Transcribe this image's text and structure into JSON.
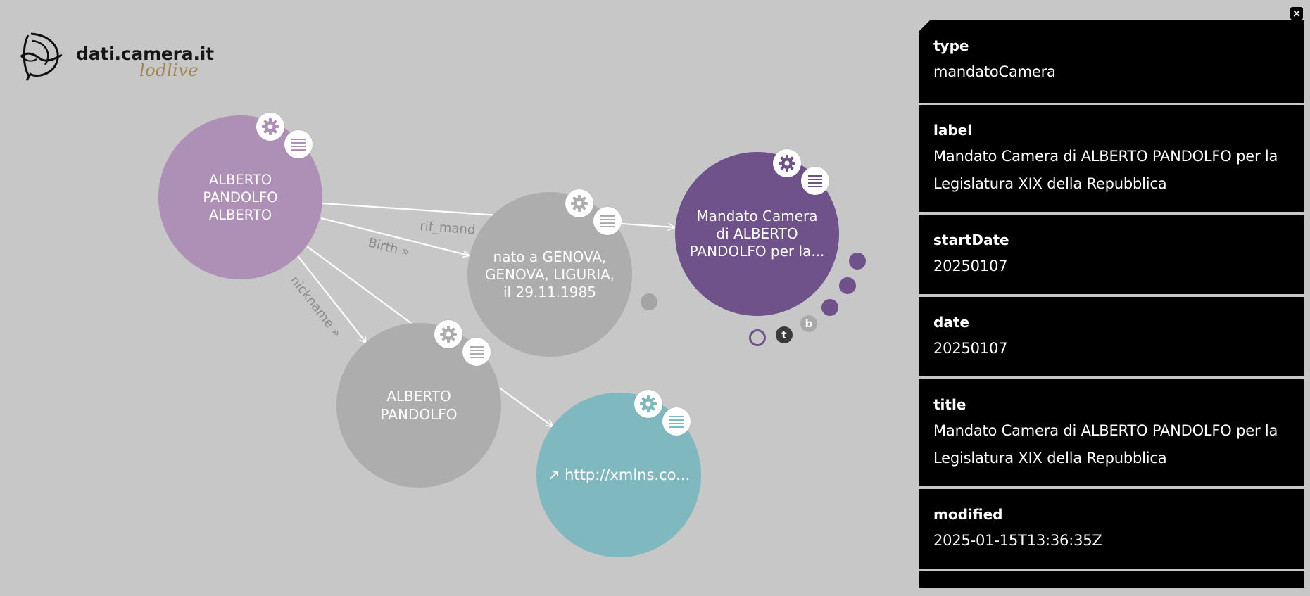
{
  "logo": {
    "title": "dati.camera.it",
    "subtitle": "lodlive"
  },
  "graph": {
    "nodes": [
      {
        "id": "deputy",
        "lines": [
          "ALBERTO",
          "PANDOLFO",
          "ALBERTO"
        ]
      },
      {
        "id": "birth",
        "lines": [
          "nato a GENOVA,",
          "GENOVA, LIGURIA,",
          "il 29.11.1985"
        ]
      },
      {
        "id": "mandate",
        "lines": [
          "Mandato Camera",
          "di ALBERTO",
          "PANDOLFO per la..."
        ]
      },
      {
        "id": "person",
        "lines": [
          "ALBERTO",
          "PANDOLFO"
        ]
      },
      {
        "id": "xmlns",
        "lines": [
          "↗ http://xmlns.co..."
        ]
      }
    ],
    "edge_labels": {
      "rif_mandato": "rif_mand",
      "birth": "Birth »",
      "nickname": "nickname »"
    },
    "mini_buttons": {
      "t": "t",
      "b": "b"
    }
  },
  "panel": {
    "close": "×",
    "properties": [
      {
        "key": "type",
        "value": [
          "mandatoCamera"
        ]
      },
      {
        "key": "label",
        "value": [
          "Mandato Camera di ALBERTO PANDOLFO per la",
          "Legislatura XIX della Repubblica"
        ]
      },
      {
        "key": "startDate",
        "value": [
          "20250107"
        ]
      },
      {
        "key": "date",
        "value": [
          "20250107"
        ]
      },
      {
        "key": "title",
        "value": [
          "Mandato Camera di ALBERTO PANDOLFO per la",
          "Legislatura XIX della Repubblica"
        ]
      },
      {
        "key": "modified",
        "value": [
          "2025-01-15T13:36:35Z"
        ]
      }
    ]
  },
  "colors": {
    "background": "#c7c7c7",
    "deputy_node": "#ae8fb6",
    "mandate_node": "#6e5289",
    "grey_node": "#adadad",
    "xmlns_node": "#7fb8be",
    "logo_subtitle": "#a2844e",
    "panel_bg": "#000000"
  },
  "icons": [
    "gear-icon",
    "list-icon",
    "close-icon"
  ]
}
